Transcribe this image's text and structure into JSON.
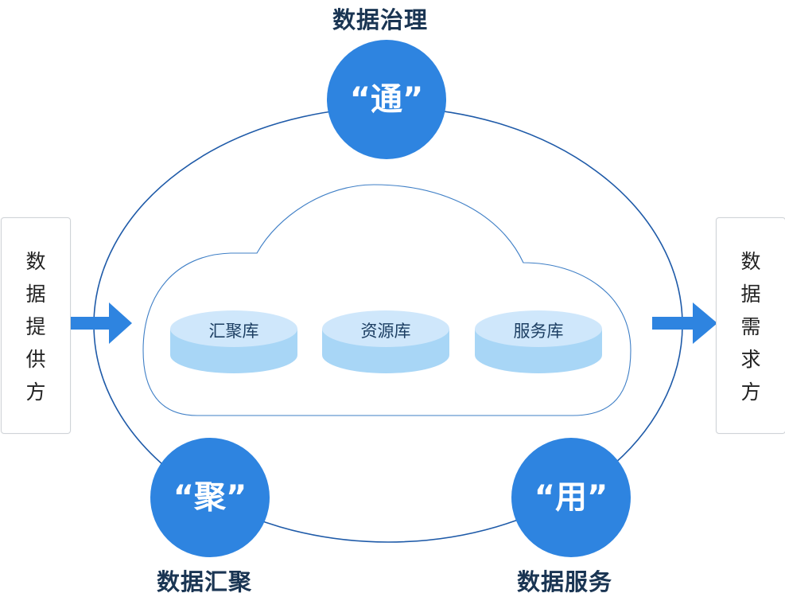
{
  "provider": {
    "label_chars": [
      "数",
      "据",
      "提",
      "供",
      "方"
    ]
  },
  "demander": {
    "label_chars": [
      "数",
      "据",
      "需",
      "求",
      "方"
    ]
  },
  "nodes": {
    "governance": {
      "title": "数据治理",
      "symbol": "“通”"
    },
    "aggregation": {
      "title": "数据汇聚",
      "symbol": "“聚”"
    },
    "service": {
      "title": "数据服务",
      "symbol": "“用”"
    }
  },
  "cloud": {
    "databases": [
      "汇聚库",
      "资源库",
      "服务库"
    ]
  },
  "colors": {
    "node_blue": "#2e84e0",
    "ring_line": "#1e5aa8",
    "arrow_blue": "#2e84e0",
    "db_fill_top": "#cfe7fb",
    "db_fill_side": "#a8d6f6",
    "title_text": "#1a3553"
  }
}
